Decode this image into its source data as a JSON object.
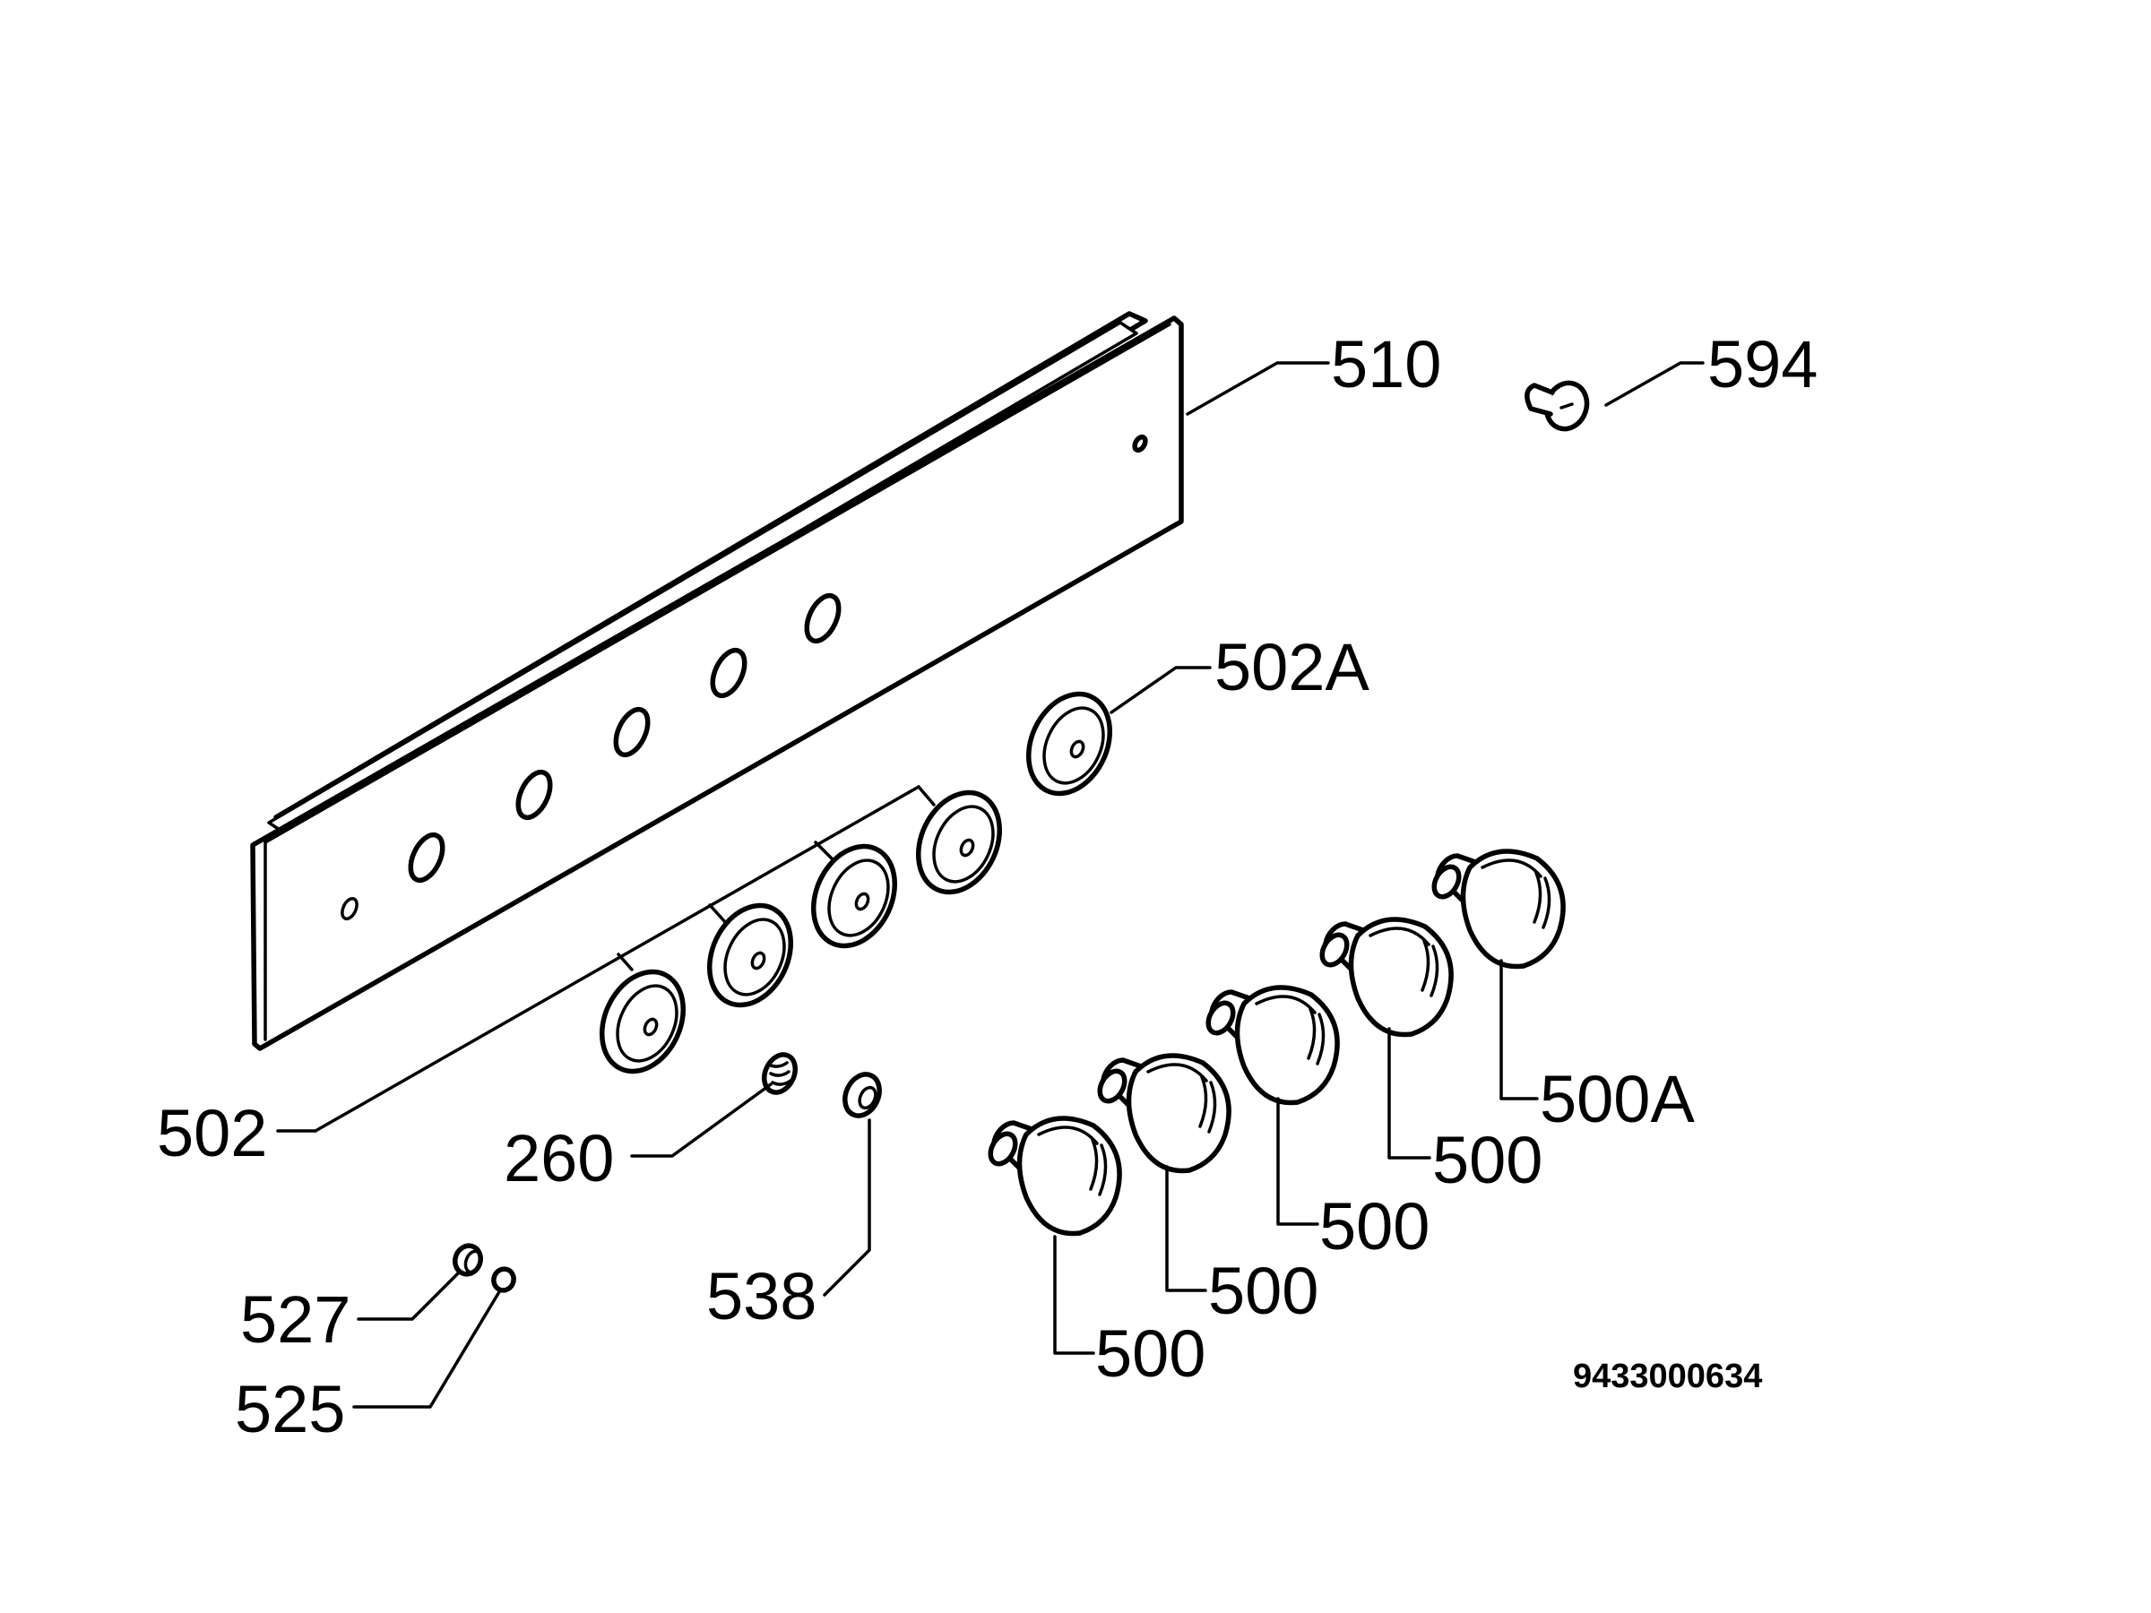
{
  "diagram": {
    "reference_number": "9433000634",
    "labels": {
      "p510": "510",
      "p594": "594",
      "p502A": "502A",
      "p502": "502",
      "p260": "260",
      "p538": "538",
      "p527": "527",
      "p525": "525",
      "p500A": "500A",
      "p500_1": "500",
      "p500_2": "500",
      "p500_3": "500",
      "p500_4": "500"
    }
  }
}
